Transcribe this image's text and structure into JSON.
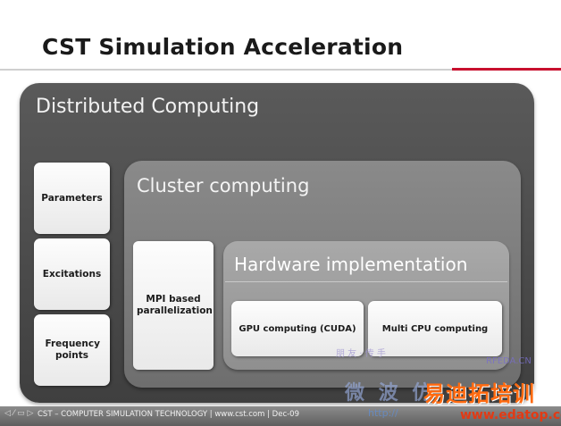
{
  "title": "CST Simulation Acceleration",
  "distributed": {
    "title": "Distributed Computing",
    "cards": [
      "Parameters",
      "Excitations",
      "Frequency points"
    ]
  },
  "cluster": {
    "title": "Cluster computing",
    "mpi_card": "MPI based parallelization"
  },
  "hardware": {
    "title": "Hardware implementation",
    "gpu": "GPU computing (CUDA)",
    "multicpu": "Multi CPU computing"
  },
  "footer": {
    "nav": "◁ ⁄ ▭ ▷",
    "text": "CST – COMPUTER SIMULATION TECHNOLOGY | www.cst.com  |  Dec-09"
  },
  "watermarks": {
    "w1": "朋 友 · 传 手",
    "w2": "微 波 仿",
    "w3": "RFEDA.CN",
    "w4": "易迪拓培训",
    "w5": "http://",
    "w6": "www.edatop.com"
  }
}
